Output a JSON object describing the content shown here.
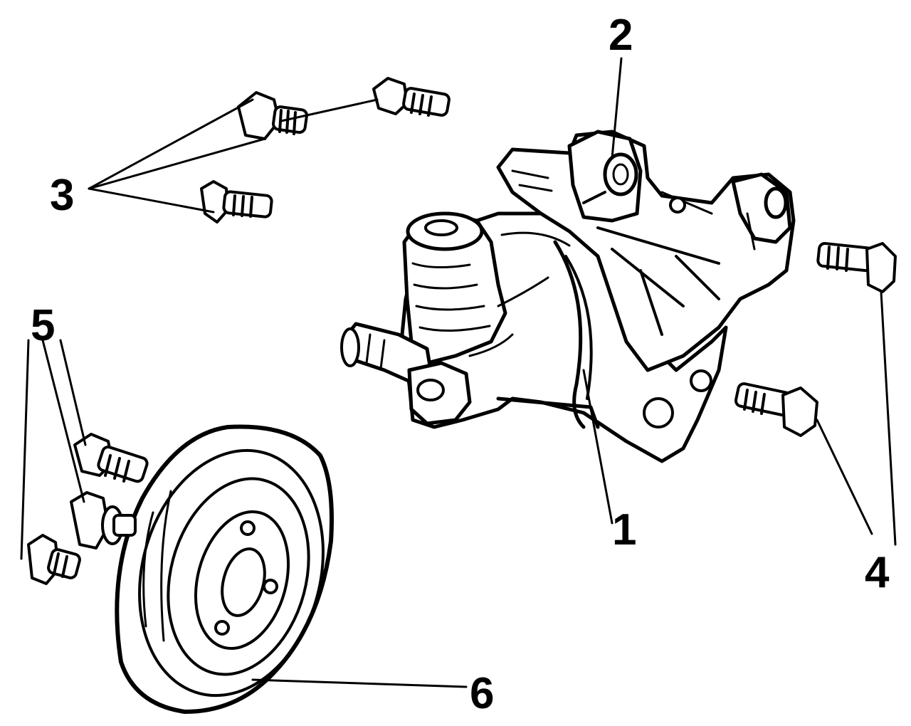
{
  "ink_color": "#000000",
  "paper_color": "#ffffff",
  "callouts": {
    "pump": "1",
    "bracket": "2",
    "upper_bolts": "3",
    "right_bolts": "4",
    "left_bolts": "5",
    "pulley": "6"
  }
}
